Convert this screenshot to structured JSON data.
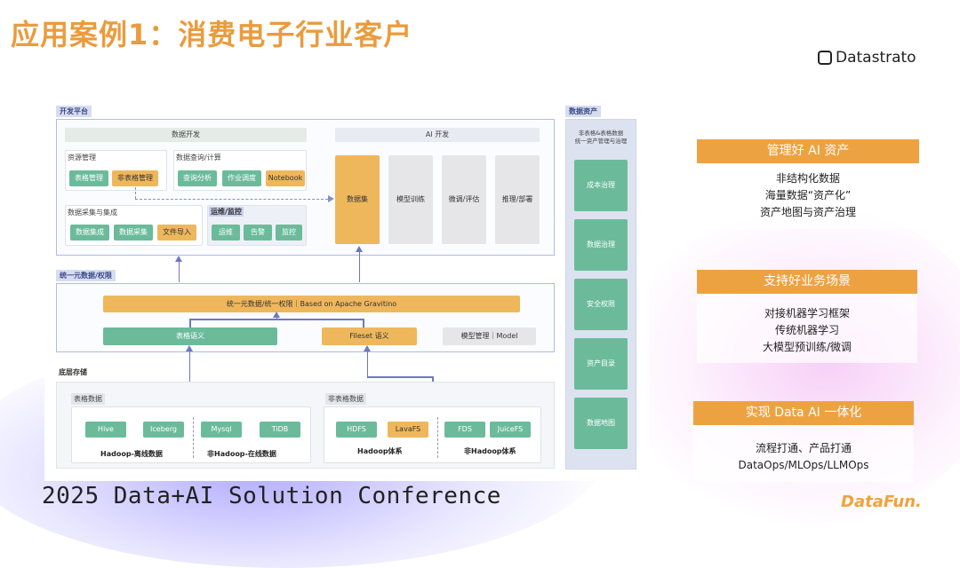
{
  "title": "应用案例1：消费电子行业客户",
  "brand": "Datastrato",
  "diagram": {
    "dev_platform": {
      "tag": "开发平台",
      "data_dev": "数据开发",
      "ai_dev": "AI 开发",
      "resource_mgmt": {
        "label": "资源管理",
        "table_mgmt": "表格管理",
        "nontable_mgmt": "非表格管理"
      },
      "query": {
        "label": "数据查询/计算",
        "analysis": "查询分析",
        "scheduling": "作业调度",
        "notebook": "Notebook"
      },
      "collect": {
        "label": "数据采集与集成",
        "integration": "数据集成",
        "collection": "数据采集",
        "file_import": "文件导入"
      },
      "ops": {
        "label": "运维/监控",
        "maintenance": "运维",
        "alert": "告警",
        "monitor": "监控"
      },
      "ai_steps": [
        "数据集",
        "模型训练",
        "微调/评估",
        "推理/部署"
      ]
    },
    "unified": {
      "tag": "统一元数据/权限",
      "bar": "统一元数据/统一权限｜Based on Apache Gravitino",
      "table_semantics": "表格语义",
      "fileset_semantics": "Fileset 语义",
      "model_mgmt": "模型管理｜Model"
    },
    "storage": {
      "tag": "底层存储",
      "table_data": "表格数据",
      "nontable_data": "非表格数据",
      "table_items": [
        "Hive",
        "Iceberg",
        "Mysql",
        "TiDB"
      ],
      "nontable_items": [
        "HDFS",
        "LavaFS",
        "FDS",
        "JuiceFS"
      ],
      "hadoop_offline": "Hadoop-离线数据",
      "nonhadoop_online": "非Hadoop-在线数据",
      "hadoop_system": "Hadoop体系",
      "nonhadoop_system": "非Hadoop体系"
    },
    "assets": {
      "tag": "数据资产",
      "desc_line1": "非表格&表格数据",
      "desc_line2": "统一资产管理与治理",
      "items": [
        "成本治理",
        "数据治理",
        "安全权限",
        "资产目录",
        "数据地图"
      ]
    }
  },
  "cards": [
    {
      "header": "管理好 AI 资产",
      "lines": [
        "非结构化数据",
        "海量数据“资产化”",
        "资产地图与资产治理"
      ]
    },
    {
      "header": "支持好业务场景",
      "lines": [
        "对接机器学习框架",
        "传统机器学习",
        "大模型预训练/微调"
      ]
    },
    {
      "header": "实现 Data AI 一体化",
      "lines": [
        "流程打通、产品打通",
        "DataOps/MLOps/LLMOps"
      ]
    }
  ],
  "footer": {
    "conference": "2025 Data+AI Solution Conference",
    "logo": "DataFun."
  },
  "colors": {
    "accent": "#eb9b3c",
    "green": "#6bbb9b",
    "orange": "#efb75c",
    "panel_border": "#aebce6"
  }
}
